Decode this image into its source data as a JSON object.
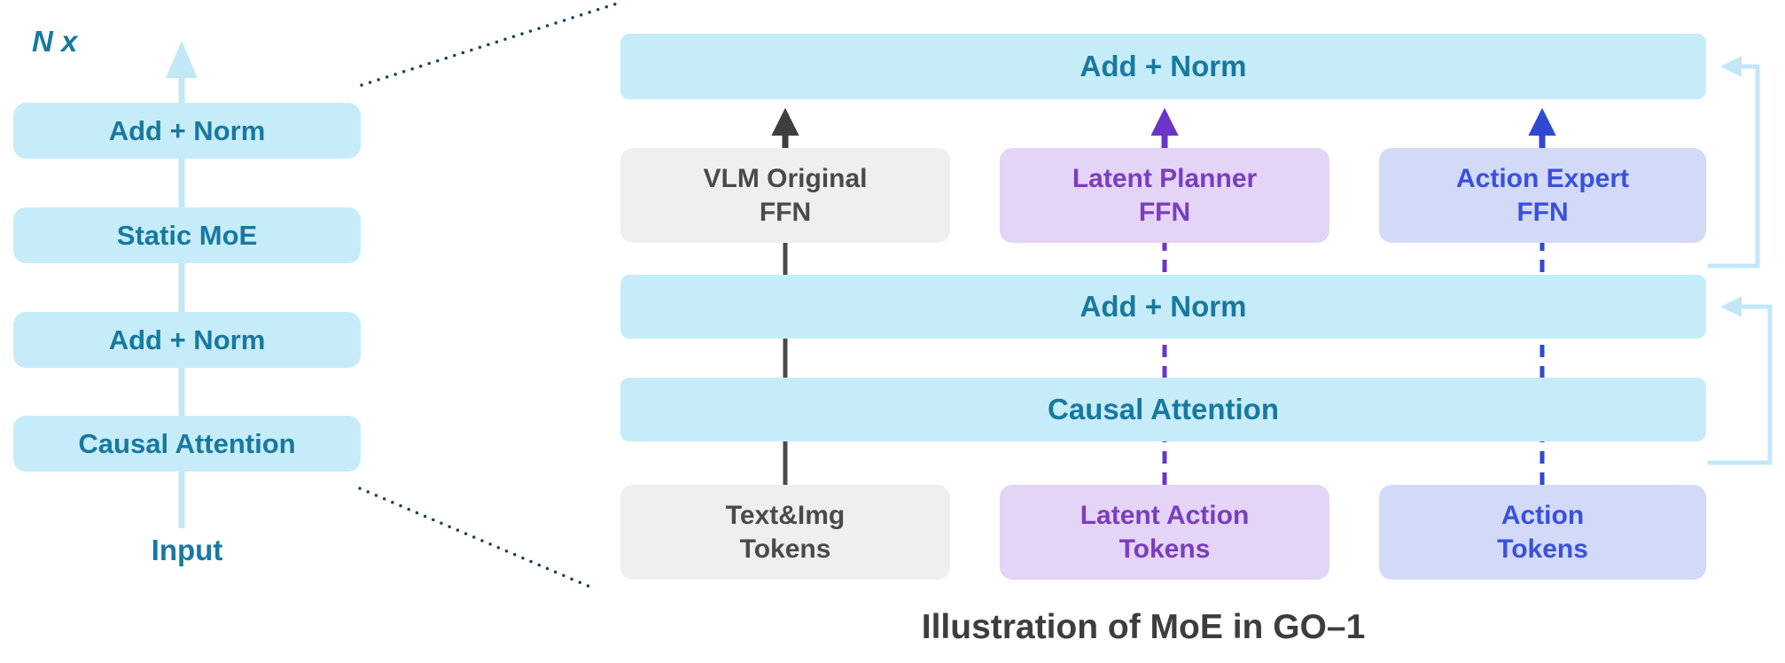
{
  "caption": "Illustration of MoE in GO–1",
  "left_stack": {
    "repeat_label": "N x",
    "blocks": [
      "Add + Norm",
      "Static MoE",
      "Add + Norm",
      "Causal Attention"
    ],
    "input_label": "Input"
  },
  "right_diagram": {
    "top_add_norm": "Add + Norm",
    "mid_add_norm": "Add + Norm",
    "causal_attention": "Causal Attention",
    "ffn_boxes": [
      {
        "label": "VLM Original\nFFN"
      },
      {
        "label": "Latent Planner\nFFN"
      },
      {
        "label": "Action Expert\nFFN"
      }
    ],
    "token_boxes": [
      {
        "label": "Text&Img\nTokens"
      },
      {
        "label": "Latent Action\nTokens"
      },
      {
        "label": "Action\nTokens"
      }
    ]
  },
  "colors": {
    "cyan_box": "#c7ecf9",
    "teal_text": "#1779a0",
    "gray_box": "#efefef",
    "gray_text": "#4a4a4a",
    "purple_box": "#e4d4f6",
    "purple_text": "#7a3dc0",
    "blue_box": "#d3daf8",
    "blue_text": "#3a50dd",
    "gray_line": "#4a4a4a",
    "purple_line": "#6b35c8",
    "blue_line": "#2f49d1",
    "residual_line": "#c2e8f8",
    "dotted_line": "#1b3f63"
  }
}
